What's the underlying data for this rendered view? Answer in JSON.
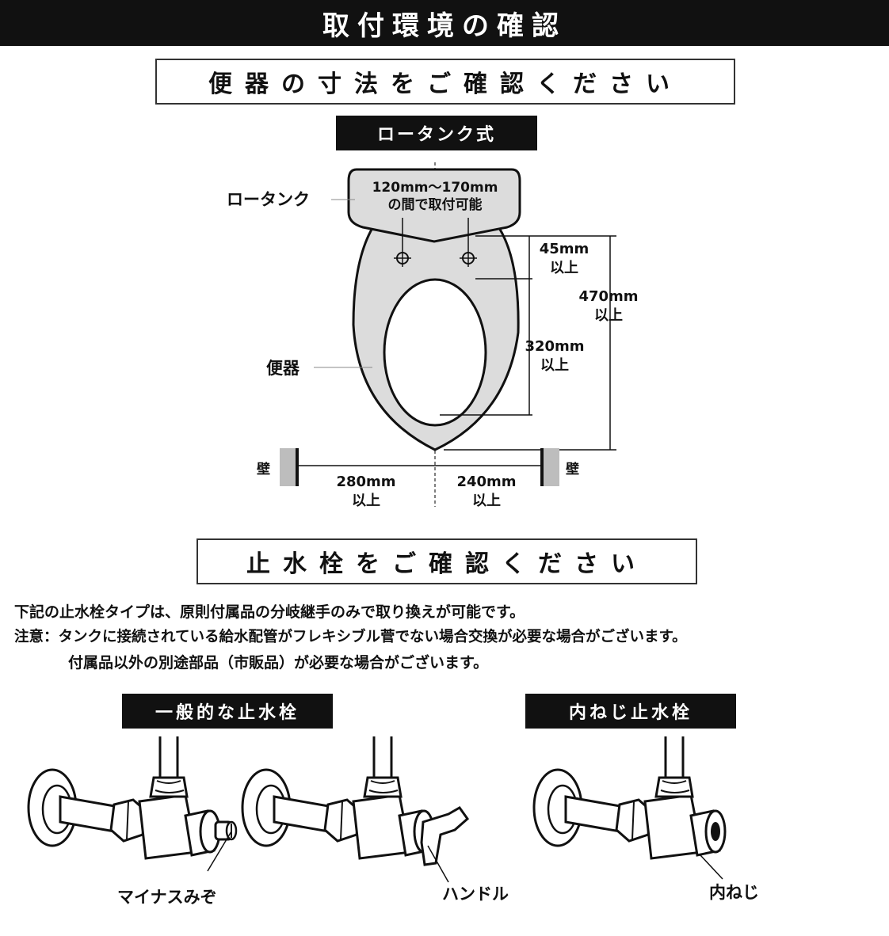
{
  "header": {
    "title": "取付環境の確認"
  },
  "toilet_section": {
    "title": "便器の寸法をご確認ください",
    "type_label": "ロータンク式",
    "labels": {
      "low_tank": "ロータンク",
      "bowl": "便器",
      "wall_left": "壁",
      "wall_right": "壁",
      "tank_range_line1": "120mm～170mm",
      "tank_range_line2": "の間で取付可能",
      "dim_45_value": "45mm",
      "dim_45_suffix": "以上",
      "dim_470_value": "470mm",
      "dim_470_suffix": "以上",
      "dim_320_value": "320mm",
      "dim_320_suffix": "以上",
      "dim_280_value": "280mm",
      "dim_280_suffix": "以上",
      "dim_240_value": "240mm",
      "dim_240_suffix": "以上"
    }
  },
  "valve_section": {
    "title": "止水栓をご確認ください",
    "note_line1": "下記の止水栓タイプは、原則付属品の分岐継手のみで取り換えが可能です。",
    "note_line2": "注意：タンクに接続されている給水配管がフレキシブル菅でない場合交換が必要な場合がございます。",
    "note_line3": "付属品以外の別途部品（市販品）が必要な場合がございます。",
    "general_label": "一般的な止水栓",
    "inner_label": "内ねじ止水栓",
    "callouts": {
      "minus_slot": "マイナスみぞ",
      "handle": "ハンドル",
      "inner_thread": "内ねじ"
    }
  }
}
